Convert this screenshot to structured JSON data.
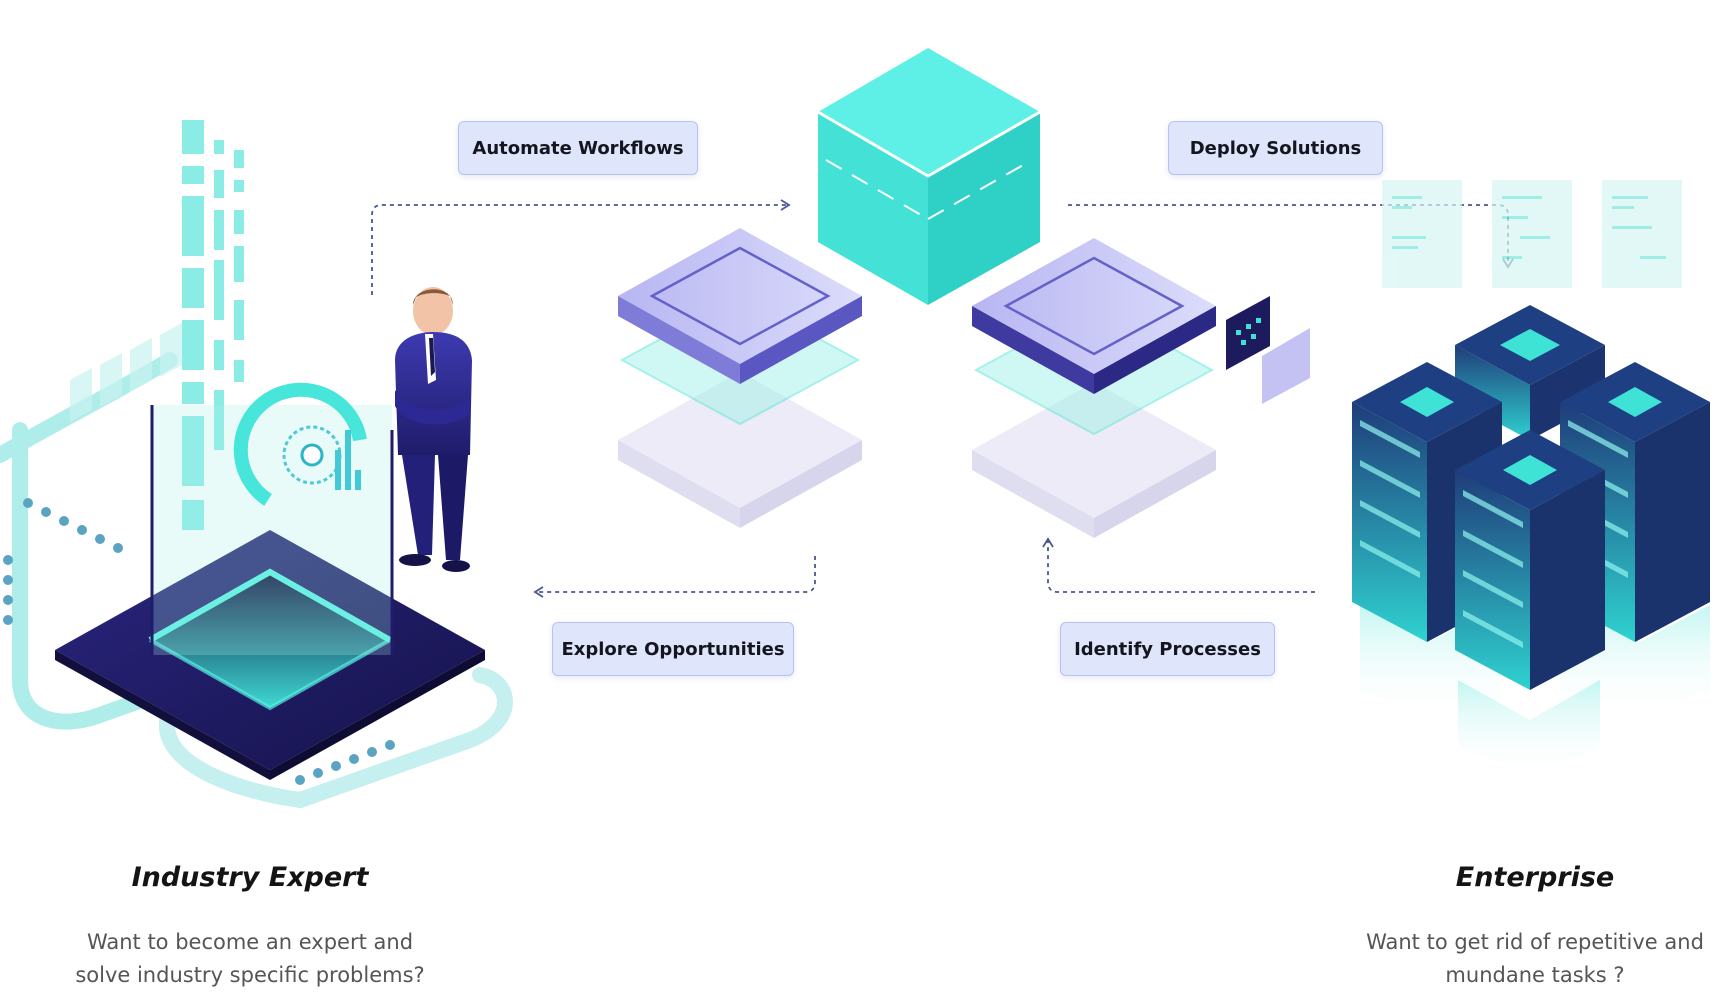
{
  "steps": {
    "automate": "Automate Workflows",
    "deploy": "Deploy Solutions",
    "explore": "Explore Opportunities",
    "identify": "Identify Processes"
  },
  "industry_expert": {
    "title": "Industry Expert",
    "description_lines": [
      "Want to become an expert and",
      "solve industry specific problems?"
    ]
  },
  "enterprise": {
    "title": "Enterprise",
    "description_lines": [
      "Want to get rid of repetitive and",
      "mundane tasks ?"
    ]
  },
  "colors": {
    "teal": "#42e3d8",
    "navy": "#1e1a5e",
    "lavender": "#c7c7f3",
    "pill_bg": "#dfe6fb",
    "arrow": "#4a5890"
  }
}
